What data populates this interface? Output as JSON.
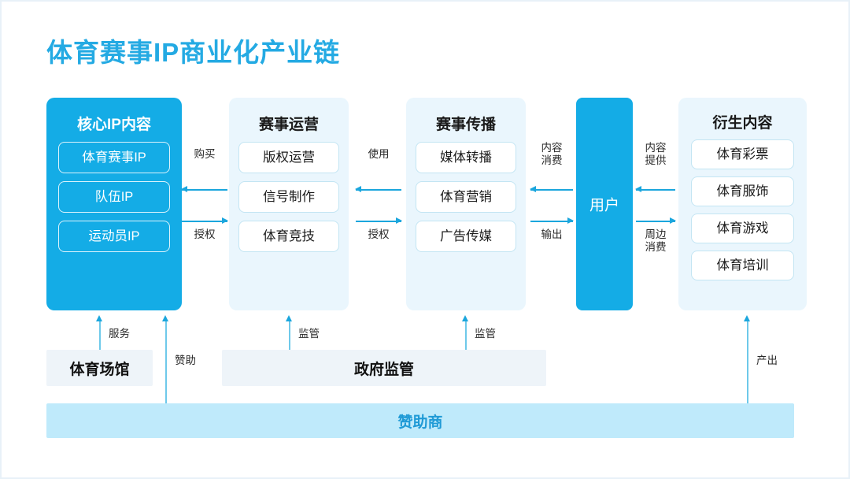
{
  "title": "体育赛事IP商业化产业链",
  "colors": {
    "accent": "#14ace6",
    "title": "#24aae3",
    "arrow": "#1ba6dd",
    "light_panel": "#eaf6fd",
    "gray_bar": "#eef4f9",
    "sponsor_bar": "#bfeafb",
    "sponsor_text": "#1f9ad6"
  },
  "columns": [
    {
      "id": "core",
      "title": "核心IP内容",
      "style": "primary",
      "items": [
        "体育赛事IP",
        "队伍IP",
        "运动员IP"
      ]
    },
    {
      "id": "ops",
      "title": "赛事运营",
      "style": "light",
      "items": [
        "版权运营",
        "信号制作",
        "体育竞技"
      ]
    },
    {
      "id": "comm",
      "title": "赛事传播",
      "style": "light",
      "items": [
        "媒体转播",
        "体育营销",
        "广告传媒"
      ]
    },
    {
      "id": "deriv",
      "title": "衍生内容",
      "style": "light",
      "items": [
        "体育彩票",
        "体育服饰",
        "体育游戏",
        "体育培训"
      ]
    }
  ],
  "user_column": {
    "label": "用户"
  },
  "flows": [
    {
      "id": "core-ops-top",
      "label": "购买",
      "direction": "left"
    },
    {
      "id": "core-ops-bot",
      "label": "授权",
      "direction": "right"
    },
    {
      "id": "ops-comm-top",
      "label": "使用",
      "direction": "left"
    },
    {
      "id": "ops-comm-bot",
      "label": "授权",
      "direction": "right"
    },
    {
      "id": "comm-user-top",
      "label": "内容\n消费",
      "direction": "left"
    },
    {
      "id": "comm-user-bot",
      "label": "输出",
      "direction": "right"
    },
    {
      "id": "user-deriv-top",
      "label": "内容\n提供",
      "direction": "left"
    },
    {
      "id": "user-deriv-bot",
      "label": "周边\n消费",
      "direction": "right"
    }
  ],
  "vertical_flows": [
    {
      "id": "venue-service",
      "label": "服务"
    },
    {
      "id": "sponsor-core",
      "label": "赞助"
    },
    {
      "id": "gov-ops",
      "label": "监管"
    },
    {
      "id": "gov-comm",
      "label": "监管"
    },
    {
      "id": "sponsor-deriv",
      "label": "产出"
    }
  ],
  "bars": {
    "venue": "体育场馆",
    "government": "政府监管",
    "sponsor": "赞助商"
  }
}
